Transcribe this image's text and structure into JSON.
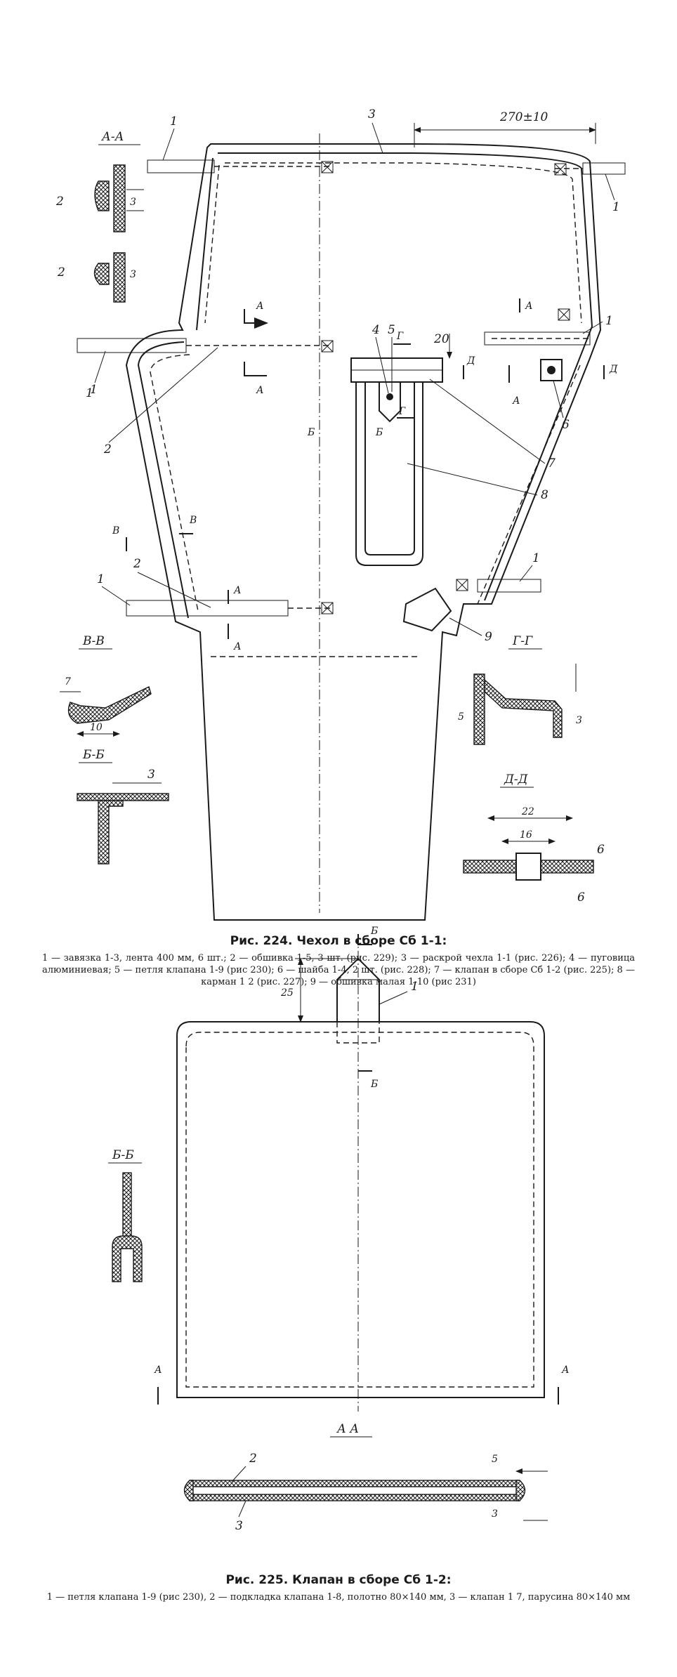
{
  "fig224": {
    "title": "Рис. 224. Чехол в сборе Сб 1-1:",
    "legend": "1 — завязка 1-3, лента 400 мм, 6 шт.; 2 — обшивка 1-5, 3 шт. (рис. 229); 3 — раскрой чехла 1-1 (рис. 226); 4 — пуговица алюминиевая; 5 — петля клапана 1-9 (рис 230); 6 — шайба 1-4, 2 шт. (рис. 228); 7 — клапан в сборе Сб 1-2 (рис. 225); 8 — карман 1 2 (рис. 227); 9 — обшивка малая 1-10 (рис 231)",
    "callouts": {
      "c1": "1",
      "c2": "2",
      "c3": "3",
      "c4": "4",
      "c5": "5",
      "c6": "6",
      "c7": "7",
      "c8": "8",
      "c9": "9"
    },
    "dims": {
      "top_width": "270±10",
      "d20": "20",
      "aa_3": "3",
      "vv_7": "7",
      "vv_10": "10",
      "bb_3": "3",
      "gg_5": "5",
      "gg_3": "3",
      "dd_22": "22",
      "dd_16": "16"
    },
    "section_marks": {
      "A": "А",
      "B": "Б",
      "V": "В",
      "G": "Г",
      "D": "Д"
    },
    "section_titles": {
      "aa": "А-А",
      "vv": "В-В",
      "bb": "Б-Б",
      "gg": "Г-Г",
      "dd": "Д-Д"
    }
  },
  "fig225": {
    "title": "Рис. 225. Клапан в сборе Сб 1-2:",
    "legend": "1 — петля клапана 1-9 (рис 230), 2 — подкладка клапана 1-8, полотно 80×140 мм, 3 — клапан 1 7, парусина 80×140 мм",
    "callouts": {
      "c1": "1",
      "c2": "2",
      "c3": "3"
    },
    "dims": {
      "d25": "25",
      "d5": "5",
      "d3": "3"
    },
    "section_marks": {
      "A": "А",
      "B": "Б"
    },
    "section_titles": {
      "bb": "Б-Б",
      "aa": "А А"
    }
  }
}
